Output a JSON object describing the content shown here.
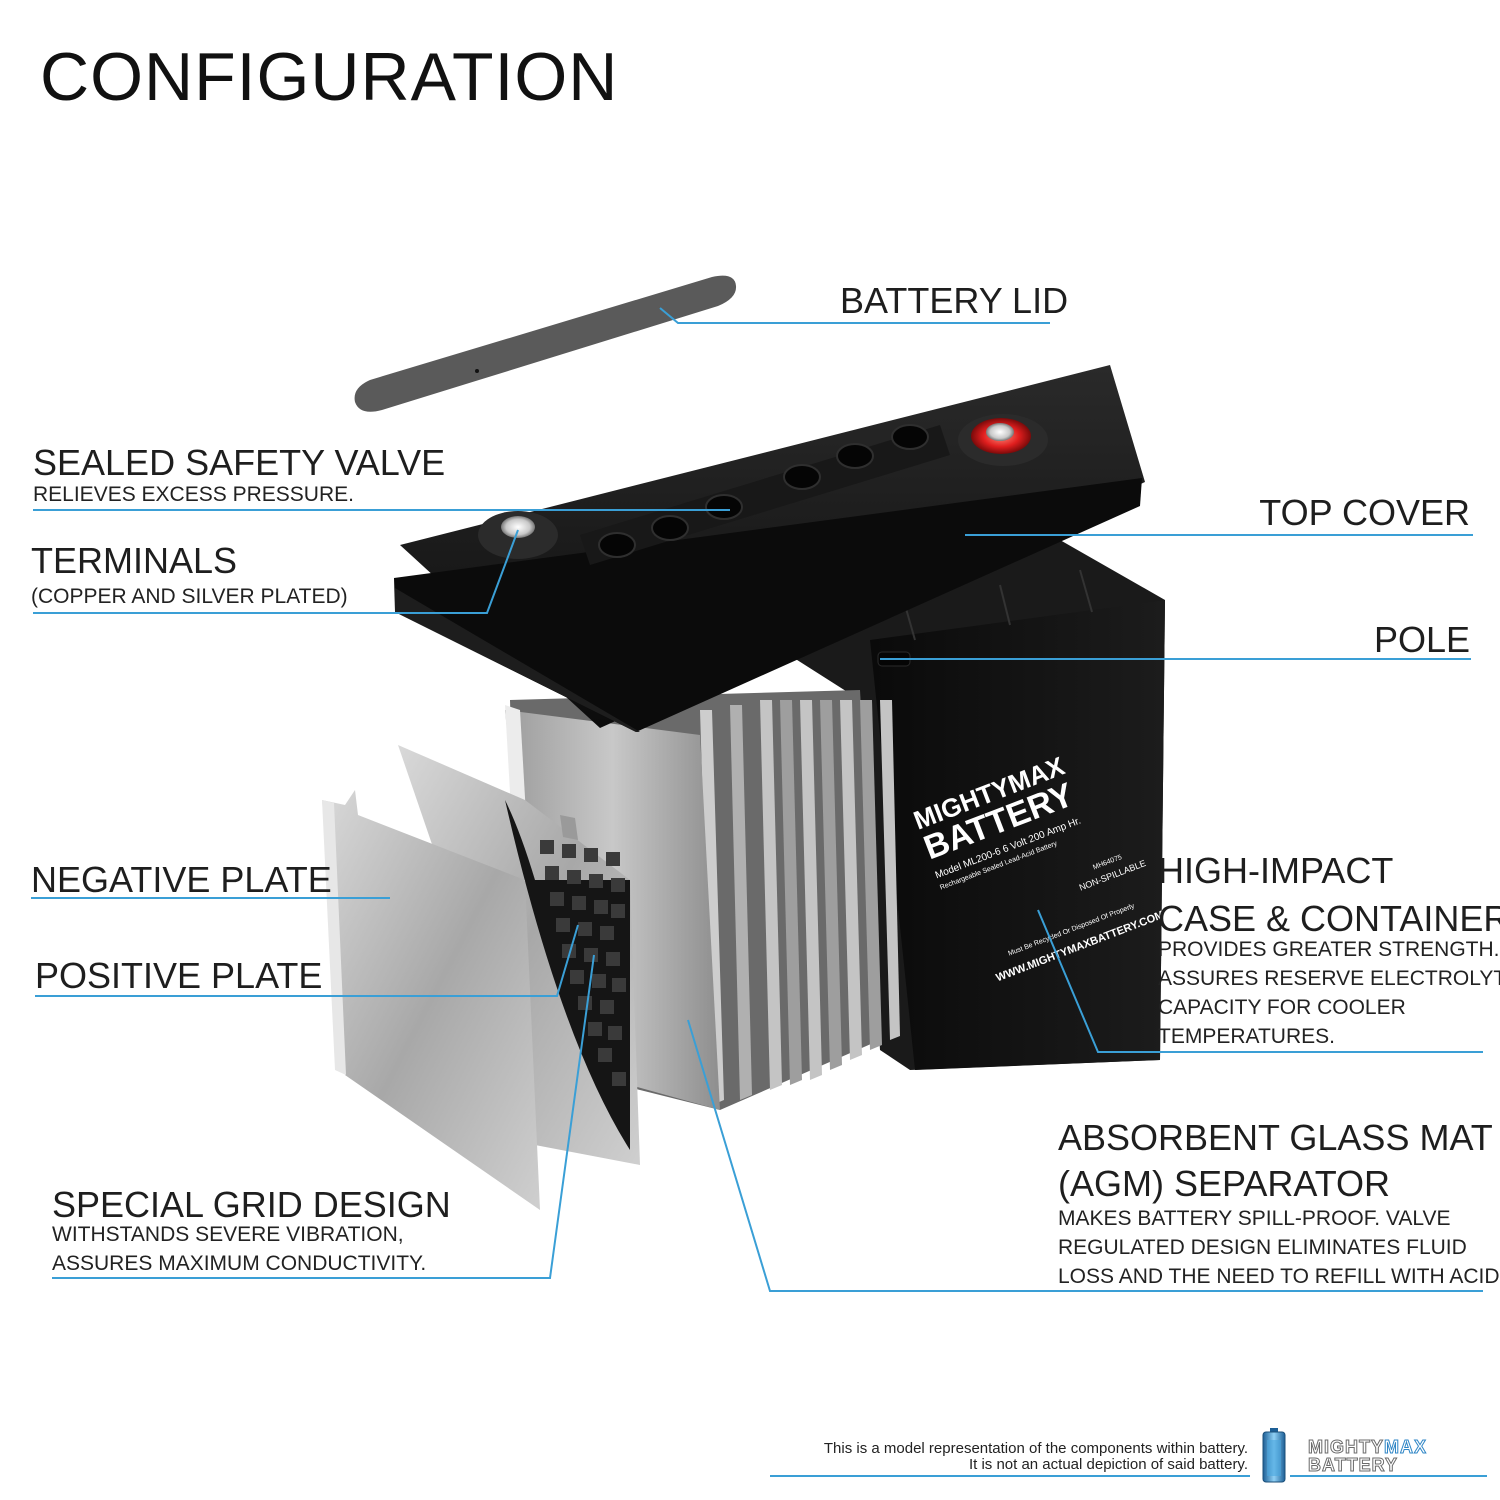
{
  "title": "CONFIGURATION",
  "callouts": {
    "battery_lid": {
      "label": "BATTERY LID"
    },
    "sealed_safety_valve": {
      "label": "SEALED SAFETY VALVE",
      "desc": "RELIEVES EXCESS PRESSURE."
    },
    "terminals": {
      "label": "TERMINALS",
      "desc": "(COPPER AND SILVER PLATED)"
    },
    "top_cover": {
      "label": "TOP COVER"
    },
    "pole": {
      "label": "POLE"
    },
    "negative_plate": {
      "label": "NEGATIVE PLATE"
    },
    "positive_plate": {
      "label": "POSITIVE PLATE"
    },
    "high_impact_case": {
      "label_line1": "HIGH-IMPACT",
      "label_line2": "CASE & CONTAINER",
      "desc": [
        "PROVIDES GREATER STRENGTH.",
        "ASSURES RESERVE ELECTROLYTE",
        "CAPACITY FOR COOLER",
        "TEMPERATURES."
      ]
    },
    "special_grid_design": {
      "label": "SPECIAL GRID DESIGN",
      "desc": [
        "WITHSTANDS SEVERE VIBRATION,",
        "ASSURES MAXIMUM CONDUCTIVITY."
      ]
    },
    "agm_separator": {
      "label_line1": "ABSORBENT GLASS MAT",
      "label_line2": "(AGM) SEPARATOR",
      "desc": [
        "MAKES BATTERY SPILL-PROOF. VALVE",
        "REGULATED DESIGN ELIMINATES FLUID",
        "LOSS AND THE NEED TO REFILL WITH ACID."
      ]
    }
  },
  "battery_label": {
    "brand_line1": "MIGHTYMAX",
    "brand_line2": "BATTERY",
    "model": "Model ML200-6  6 Volt 200 Amp Hr.",
    "type": "Rechargeable Sealed Lead-Acid Battery",
    "non_spillable": "NON-SPILLABLE",
    "recycle": "Must Be Recycled Or Disposed Of Properly",
    "website": "WWW.MIGHTYMAXBATTERY.COM",
    "cert_id": "MH64075"
  },
  "disclaimer": [
    "This is a model representation of the components within battery.",
    "It is not an actual depiction of said battery."
  ],
  "logo": {
    "line1_a": "MIGHTY",
    "line1_b": "MAX",
    "line2": "BATTERY"
  },
  "colors": {
    "leader": "#3a9fd6",
    "accent_blue": "#2f86c6",
    "case": "#141414",
    "plate": "#b9b9b9"
  }
}
